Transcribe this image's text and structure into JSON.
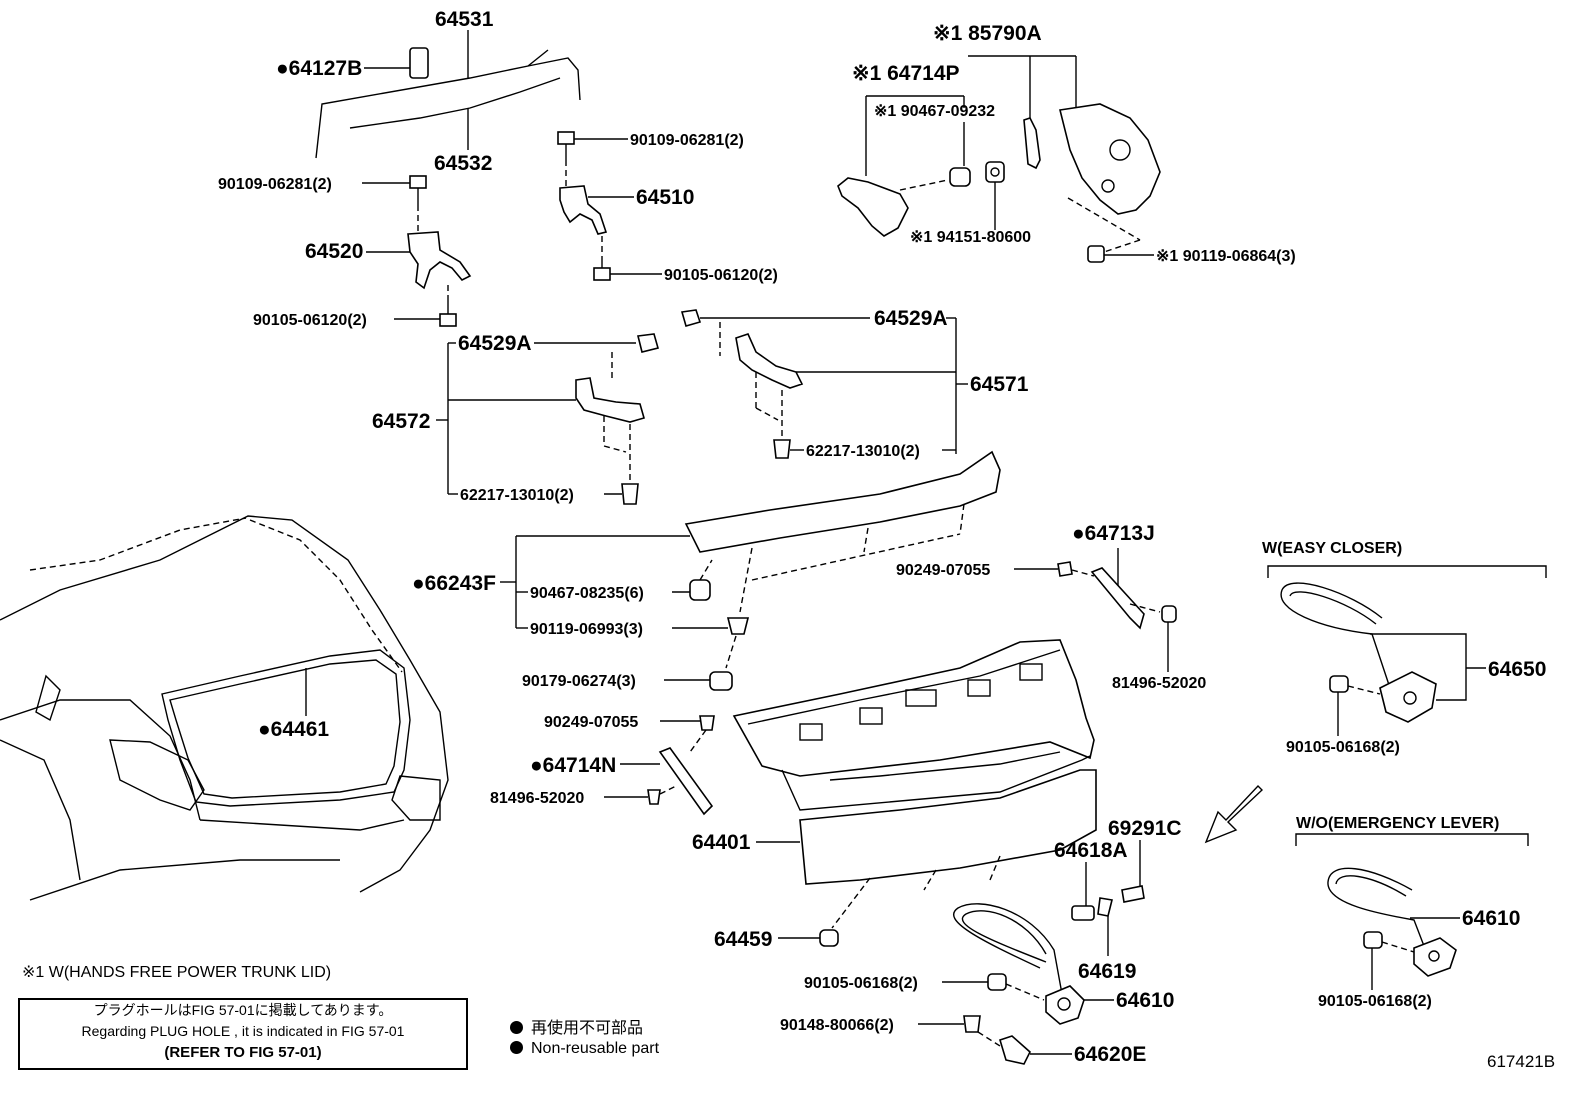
{
  "labels": {
    "p64531": "64531",
    "p64127B": "●64127B",
    "p64532": "64532",
    "p90109a": "90109-06281(2)",
    "p90109b": "90109-06281(2)",
    "p64510": "64510",
    "p64520": "64520",
    "p90105a": "90105-06120(2)",
    "p90105b": "90105-06120(2)",
    "p85790A": "※1 85790A",
    "p64714P": "※1 64714P",
    "p90467a": "※1 90467-09232",
    "p94151": "※1 94151-80600",
    "p90119a": "※1 90119-06864(3)",
    "p64529A_r": "64529A",
    "p64529A_l": "64529A",
    "p64571": "64571",
    "p64572": "64572",
    "p62217_r": "62217-13010(2)",
    "p62217_l": "62217-13010(2)",
    "p66243F": "●66243F",
    "p90467b": "90467-08235(6)",
    "p90119b": "90119-06993(3)",
    "p90179": "90179-06274(3)",
    "p64713J": "●64713J",
    "p90249a": "90249-07055",
    "p81496a": "81496-52020",
    "p64461": "●64461",
    "p90249b": "90249-07055",
    "p64714N": "●64714N",
    "p81496b": "81496-52020",
    "p64401": "64401",
    "p69291C": "69291C",
    "p64618A": "64618A",
    "p64459": "64459",
    "p64619": "64619",
    "p90105c": "90105-06168(2)",
    "p64610a": "64610",
    "p90148": "90148-80066(2)",
    "p64620E": "64620E",
    "easy_closer": "W(EASY CLOSER)",
    "p64650": "64650",
    "p90105d": "90105-06168(2)",
    "emergency": "W/O(EMERGENCY LEVER)",
    "p64610b": "64610",
    "p90105e": "90105-06168(2)"
  },
  "footnote": "※1 W(HANDS FREE POWER TRUNK LID)",
  "note": {
    "jp": "プラグホールはFIG 57-01に掲載してあります。",
    "en": "Regarding PLUG HOLE , it is indicated in FIG 57-01",
    "ref": "(REFER TO FIG 57-01)"
  },
  "legend": {
    "jp": "再使用不可部品",
    "en": "Non-reusable part"
  },
  "figure_no": "617421B"
}
